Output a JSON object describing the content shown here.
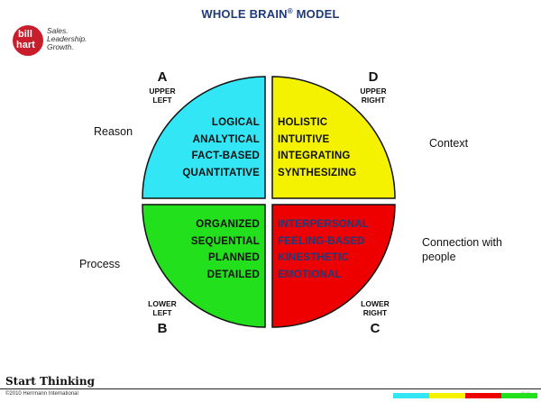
{
  "title": {
    "main": "WHOLE BRAIN",
    "mark": "®",
    "rest": " MODEL"
  },
  "logo": {
    "word1": "bill",
    "word2": "hart",
    "tagline": [
      "Sales.",
      "Leadership.",
      "Growth."
    ]
  },
  "quadrants": {
    "upper_left": {
      "letter": "A",
      "position": [
        "UPPER",
        "LEFT"
      ],
      "items": [
        "LOGICAL",
        "ANALYTICAL",
        "FACT-BASED",
        "QUANTITATIVE"
      ],
      "side_label": "Reason",
      "color": "#33e6f5"
    },
    "upper_right": {
      "letter": "D",
      "position": [
        "UPPER",
        "RIGHT"
      ],
      "items": [
        "HOLISTIC",
        "INTUITIVE",
        "INTEGRATING",
        "SYNTHESIZING"
      ],
      "side_label": "Context",
      "color": "#f5f200"
    },
    "lower_left": {
      "letter": "B",
      "position": [
        "LOWER",
        "LEFT"
      ],
      "items": [
        "ORGANIZED",
        "SEQUENTIAL",
        "PLANNED",
        "DETAILED"
      ],
      "side_label": "Process",
      "color": "#22e01c"
    },
    "lower_right": {
      "letter": "C",
      "position": [
        "LOWER",
        "RIGHT"
      ],
      "items": [
        "INTERPERSONAL",
        "FEELING-BASED",
        "KINESTHETIC",
        "EMOTIONAL"
      ],
      "side_label": [
        "Connection with",
        "people"
      ],
      "color": "#ee0000"
    }
  },
  "footer": {
    "title": "Start Thinking",
    "copyright": "©2010 Herrmann International",
    "page": "00:33",
    "bar_colors": [
      "#33e6f5",
      "#f5f200",
      "#ee0000",
      "#22e01c"
    ]
  }
}
